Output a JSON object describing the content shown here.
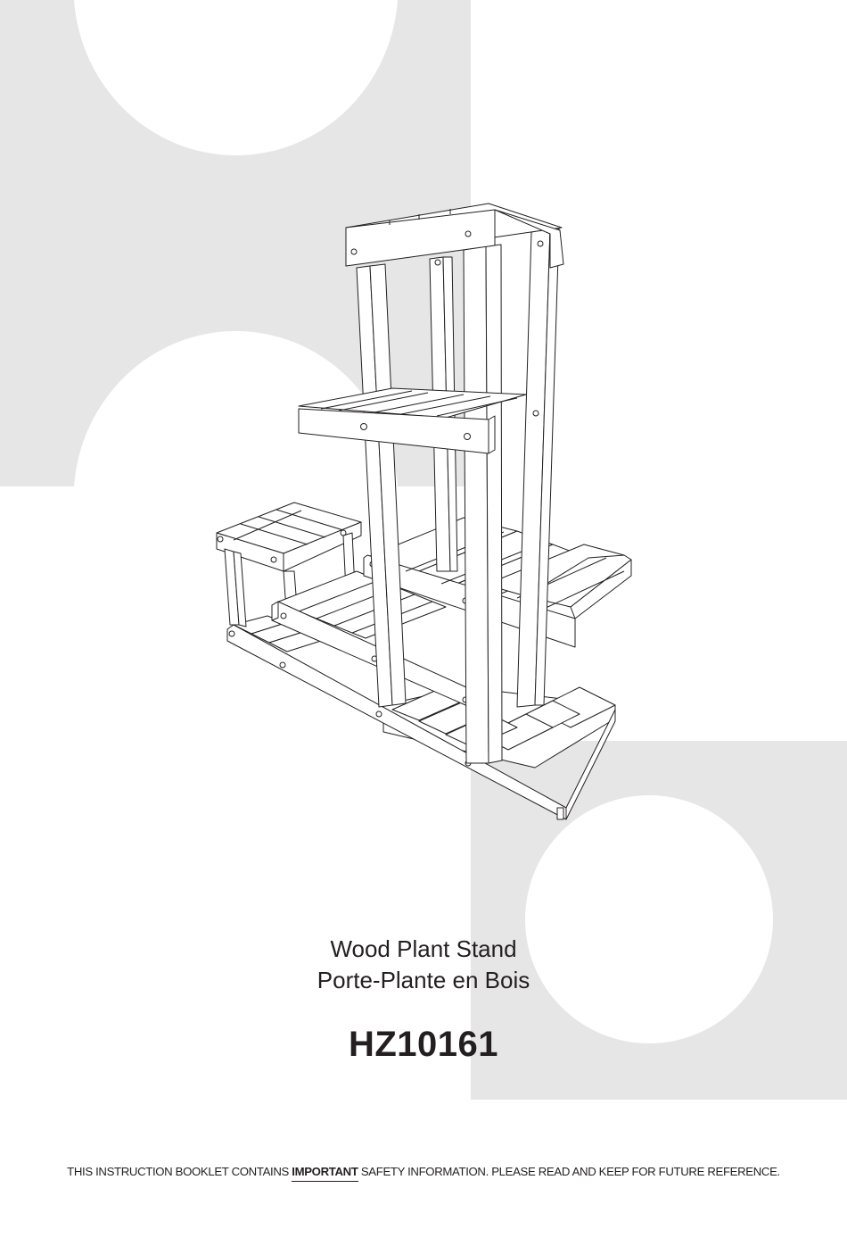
{
  "document": {
    "type": "instruction-booklet-cover",
    "title_en": "Wood Plant Stand",
    "title_fr": "Porte-Plante en Bois",
    "model_number": "HZ10161",
    "safety_notice": {
      "before": "THIS INSTRUCTION BOOKLET CONTAINS ",
      "emphasis": "IMPORTANT",
      "after": " SAFETY INFORMATION. PLEASE READ AND KEEP FOR FUTURE REFERENCE."
    }
  },
  "illustration": {
    "subject": "tiered wooden plant stand line drawing",
    "line_color": "#231f20",
    "fill_color": "#ffffff"
  },
  "colors": {
    "background": "#ffffff",
    "decor_gray": "#e6e6e6",
    "text": "#231f20"
  }
}
